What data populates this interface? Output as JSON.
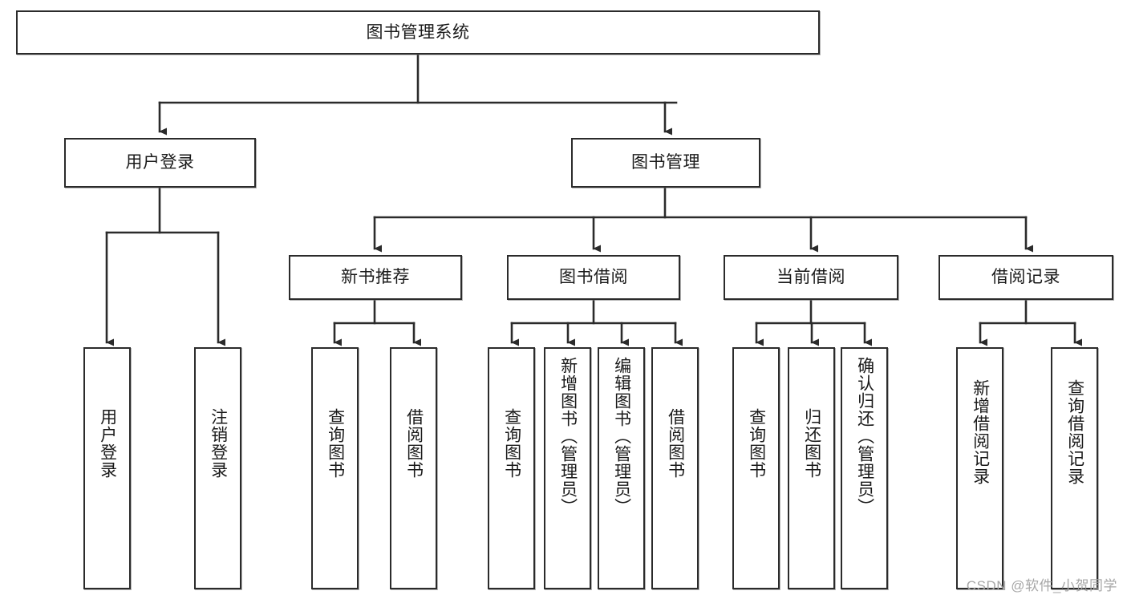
{
  "diagram": {
    "type": "tree",
    "title": "图书管理系统",
    "root": {
      "label": "图书管理系统"
    },
    "level1": [
      {
        "label": "用户登录"
      },
      {
        "label": "图书管理"
      }
    ],
    "level2": [
      {
        "label": "新书推荐"
      },
      {
        "label": "图书借阅"
      },
      {
        "label": "当前借阅"
      },
      {
        "label": "借阅记录"
      }
    ],
    "leaves_user_login": [
      {
        "label": "用户登录"
      },
      {
        "label": "注销登录"
      }
    ],
    "leaves_new_book": [
      {
        "label": "查询图书"
      },
      {
        "label": "借阅图书"
      }
    ],
    "leaves_borrow": [
      {
        "label": "查询图书"
      },
      {
        "label": "新增图书（管理员）"
      },
      {
        "label": "编辑图书（管理员）"
      },
      {
        "label": "借阅图书"
      }
    ],
    "leaves_current": [
      {
        "label": "查询图书"
      },
      {
        "label": "归还图书"
      },
      {
        "label": "确认归还（管理员）"
      }
    ],
    "leaves_record": [
      {
        "label": "新增借阅记录"
      },
      {
        "label": "查询借阅记录"
      }
    ]
  },
  "watermark": {
    "text": "CSDN @软件_小贺同学"
  },
  "colors": {
    "box_border": "#2b2b2b",
    "box_fill": "#ffffff",
    "connector": "#2b2b2b",
    "text": "#1a1a1a",
    "watermark": "#a7a7a7"
  }
}
